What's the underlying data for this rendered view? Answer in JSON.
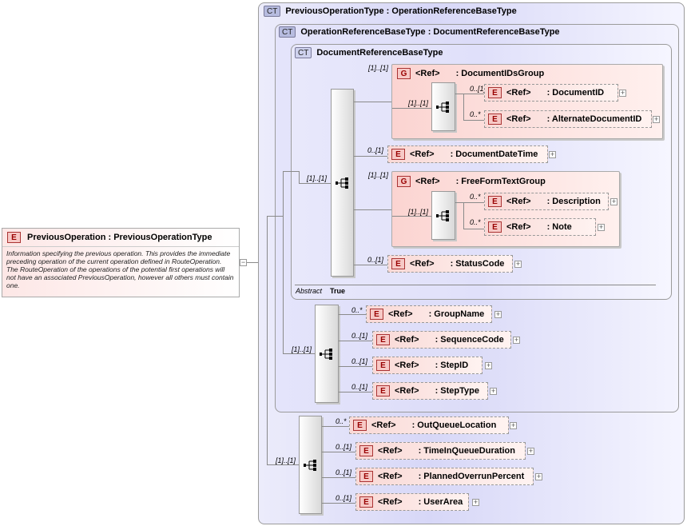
{
  "root": {
    "badge": "E",
    "title": "PreviousOperation : PreviousOperationType",
    "doc": "Information specifying the previous operation.  This provides the immediate preceding operation of the current operation defined in RouteOperation.  The RouteOperation of the operations of the potential first operations will not have an associated PreviousOperation, however all others must contain one."
  },
  "outer_type": {
    "badge": "CT",
    "title": "PreviousOperationType : OperationReferenceBaseType"
  },
  "middle_type": {
    "badge": "CT",
    "title": "OperationReferenceBaseType : DocumentReferenceBaseType"
  },
  "inner_type": {
    "badge": "CT",
    "title": "DocumentReferenceBaseType",
    "abstract_label": "Abstract",
    "abstract_value": "True"
  },
  "ref_label": "<Ref>",
  "groups": {
    "docids": {
      "badge": "G",
      "name": ": DocumentIDsGroup",
      "card": "[1]..[1]"
    },
    "freeform": {
      "badge": "G",
      "name": ": FreeFormTextGroup",
      "card": "[1]..[1]"
    }
  },
  "elements": {
    "documentid": {
      "name": ": DocumentID",
      "card": "0..[1]"
    },
    "alternatedocumentid": {
      "name": ": AlternateDocumentID",
      "card": "0..*"
    },
    "documentdatetime": {
      "name": ": DocumentDateTime",
      "card": "0..[1]"
    },
    "description": {
      "name": ": Description",
      "card": "0..*"
    },
    "note": {
      "name": ": Note",
      "card": "0..*"
    },
    "statuscode": {
      "name": ": StatusCode",
      "card": "0..[1]"
    },
    "groupname": {
      "name": ": GroupName",
      "card": "0..*"
    },
    "sequencecode": {
      "name": ": SequenceCode",
      "card": "0..[1]"
    },
    "stepid": {
      "name": ": StepID",
      "card": "0..[1]"
    },
    "steptype": {
      "name": ": StepType",
      "card": "0..[1]"
    },
    "outqueuelocation": {
      "name": ": OutQueueLocation",
      "card": "0..*"
    },
    "timeinqueueduration": {
      "name": ": TimeInQueueDuration",
      "card": "0..[1]"
    },
    "plannedoverrunpercent": {
      "name": ": PlannedOverrunPercent",
      "card": "0..[1]"
    },
    "userarea": {
      "name": ": UserArea",
      "card": "0..[1]"
    }
  },
  "sequences": {
    "docids_seq_card": "[1]..[1]",
    "freeform_seq_card": "[1]..[1]",
    "inner_seq_card": "[1]..[1]",
    "middle_seq_card": "[1]..[1]",
    "outer_seq_card": "[1]..[1]"
  },
  "badge_e": "E"
}
